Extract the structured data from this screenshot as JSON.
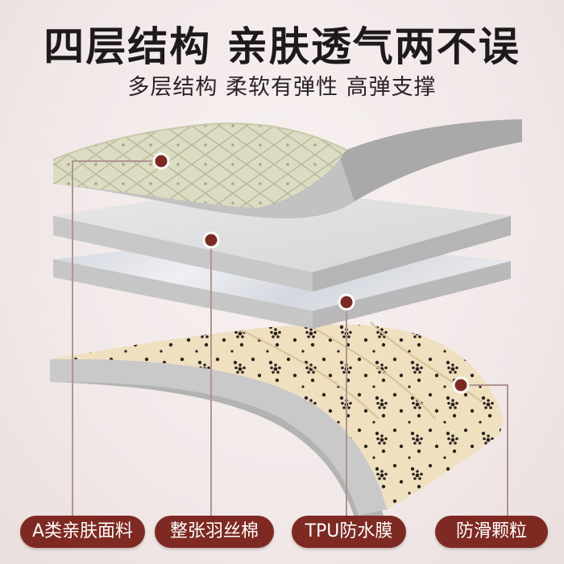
{
  "header": {
    "title": "四层结构 亲肤透气两不误",
    "subtitle": "多层结构 柔软有弹性 高弹支撑"
  },
  "labels": [
    {
      "text": "A类亲肤面料"
    },
    {
      "text": "整张羽丝棉"
    },
    {
      "text": "TPU防水膜"
    },
    {
      "text": "防滑颗粒"
    }
  ],
  "colors": {
    "accent": "#7e2a22",
    "top_fabric": "#dcdcc2",
    "bottom_fabric": "#efe0bf",
    "layer_gray": "#c4c4c4",
    "background": "#f3ebea"
  }
}
